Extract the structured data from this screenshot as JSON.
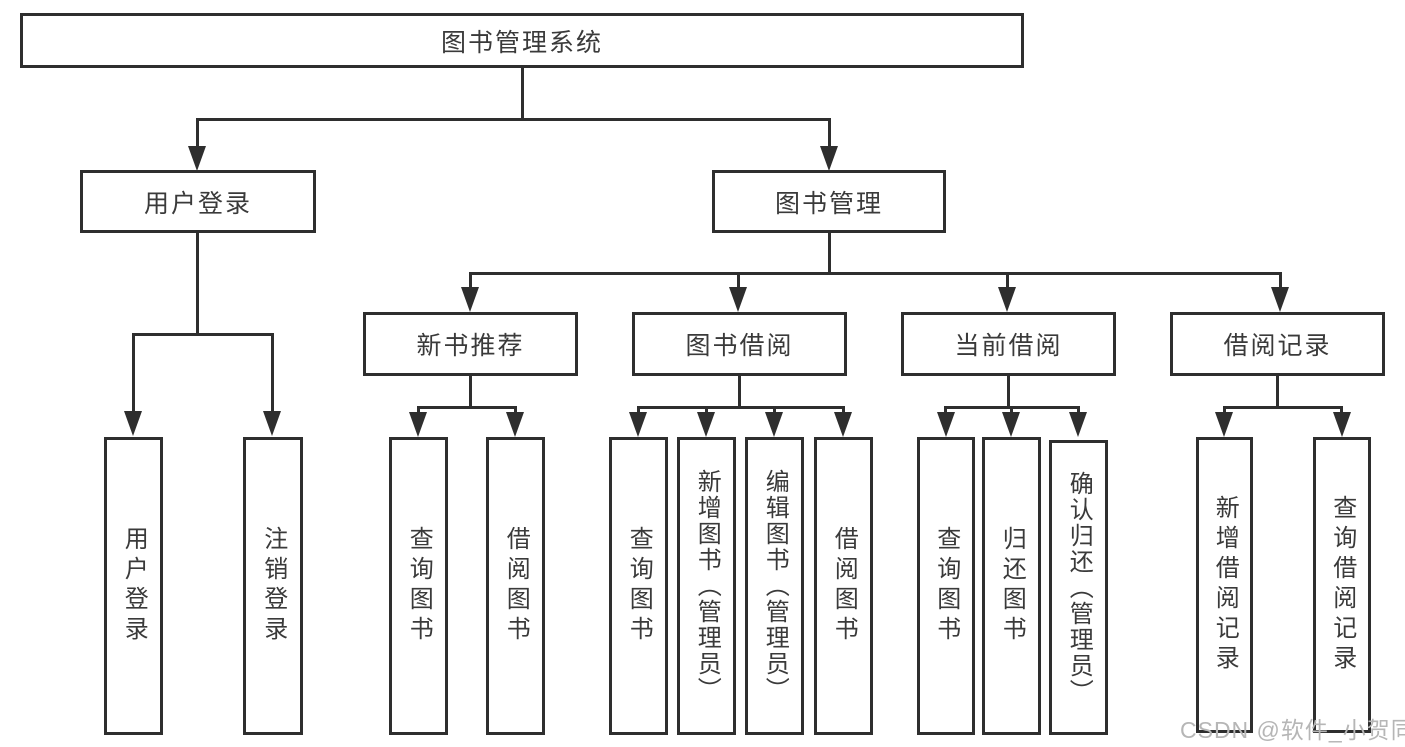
{
  "diagram_type": "hierarchy-functional-decomposition",
  "title": "图书管理系统",
  "tree": {
    "label": "图书管理系统",
    "children": [
      {
        "label": "用户登录",
        "children": [
          {
            "label": "用户登录"
          },
          {
            "label": "注销登录"
          }
        ]
      },
      {
        "label": "图书管理",
        "children": [
          {
            "label": "新书推荐",
            "children": [
              {
                "label": "查询图书"
              },
              {
                "label": "借阅图书"
              }
            ]
          },
          {
            "label": "图书借阅",
            "children": [
              {
                "label": "查询图书"
              },
              {
                "label": "新增图书（管理员）"
              },
              {
                "label": "编辑图书（管理员）"
              },
              {
                "label": "借阅图书"
              }
            ]
          },
          {
            "label": "当前借阅",
            "children": [
              {
                "label": "查询图书"
              },
              {
                "label": "归还图书"
              },
              {
                "label": "确认归还（管理员）"
              }
            ]
          },
          {
            "label": "借阅记录",
            "children": [
              {
                "label": "新增借阅记录"
              },
              {
                "label": "查询借阅记录"
              }
            ]
          }
        ]
      }
    ]
  },
  "watermark": {
    "text": "CSDN @软件_小贺同学",
    "color": "#b6b6b6"
  },
  "colors": {
    "line": "#2e2e2e",
    "box_border": "#2e2e2e",
    "box_background": "#ffffff",
    "text": "#3a3a3a",
    "page_background": "#ffffff"
  }
}
